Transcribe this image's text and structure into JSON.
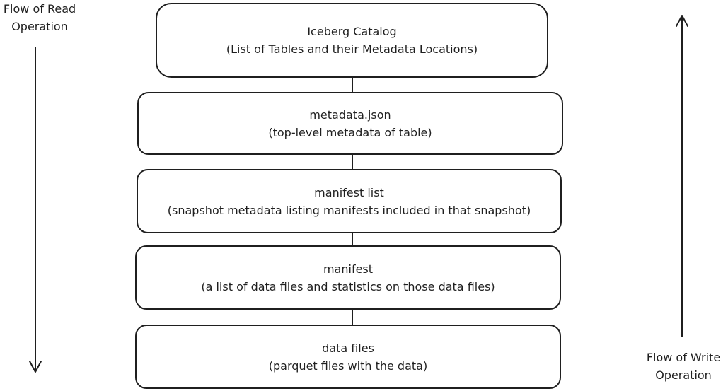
{
  "read_flow": {
    "line1": "Flow of Read",
    "line2": "Operation"
  },
  "write_flow": {
    "line1": "Flow of Write",
    "line2": "Operation"
  },
  "layers": [
    {
      "title": "Iceberg Catalog",
      "subtitle": "(List of Tables and their Metadata Locations)"
    },
    {
      "title": "metadata.json",
      "subtitle": "(top-level metadata of table)"
    },
    {
      "title": "manifest list",
      "subtitle": "(snapshot metadata listing manifests included in that snapshot)"
    },
    {
      "title": "manifest",
      "subtitle": "(a list of data files and statistics on those data files)"
    },
    {
      "title": "data files",
      "subtitle": "(parquet files with the data)"
    }
  ]
}
